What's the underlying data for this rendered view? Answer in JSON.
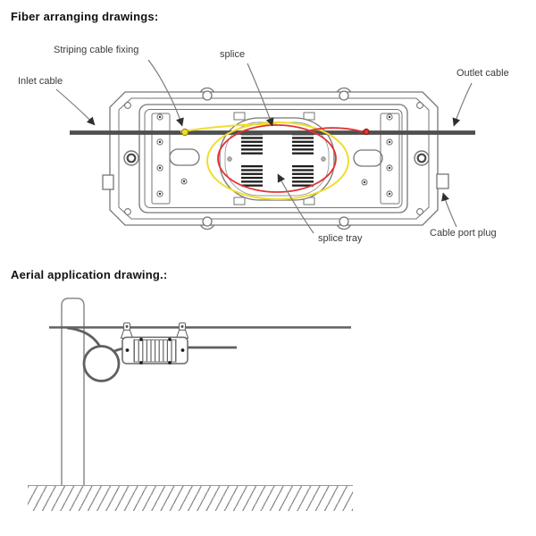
{
  "titles": {
    "fiber_arranging": "Fiber arranging drawings:",
    "aerial_application": "Aerial application drawing.:"
  },
  "fiber_diagram": {
    "labels": {
      "striping_cable_fixing": "Striping cable fixing",
      "splice": "splice",
      "inlet_cable": "Inlet cable",
      "outlet_cable": "Outlet cable",
      "splice_tray": "splice tray",
      "cable_port_plug": "Cable port plug"
    },
    "colors": {
      "cable": "#4f4f4f",
      "splice_fiber_red": "#e23333",
      "storage_fiber_yellow": "#efdd2e",
      "outline": "#767676"
    }
  },
  "aerial_diagram": {
    "parts": [
      "pole",
      "suspension wire",
      "cable slack loop",
      "splice closure",
      "drop cable",
      "ground"
    ],
    "colors": {
      "line": "#606060",
      "pole": "#8a8a8a"
    }
  }
}
